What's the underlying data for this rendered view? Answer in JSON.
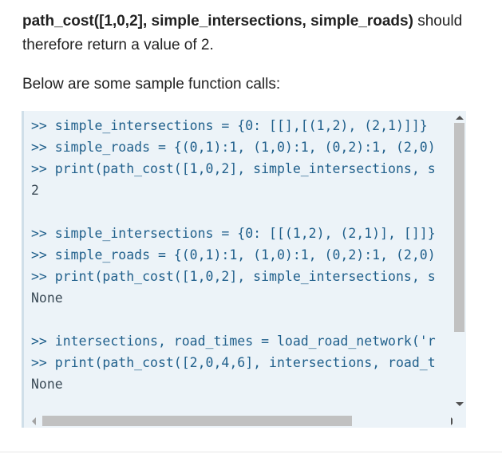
{
  "intro": {
    "call": "path_cost([1,0,2], simple_intersections, simple_roads)",
    "rest": " should therefore return a value of 2."
  },
  "samples_heading": "Below are some sample function calls:",
  "code_lines": [
    ">> simple_intersections = {0: [[],[(1,2), (2,1)]]}",
    ">> simple_roads = {(0,1):1, (1,0):1, (0,2):1, (2,0)",
    ">> print(path_cost([1,0,2], simple_intersections, s",
    "2",
    "",
    ">> simple_intersections = {0: [[(1,2), (2,1)], []]}",
    ">> simple_roads = {(0,1):1, (1,0):1, (0,2):1, (2,0)",
    ">> print(path_cost([1,0,2], simple_intersections, s",
    "None",
    "",
    ">> intersections, road_times = load_road_network('r",
    ">> print(path_cost([2,0,4,6], intersections, road_t",
    "None"
  ],
  "colors": {
    "code_background": "#ecf3f8",
    "code_text": "#1f5f8b",
    "scrollbar_thumb": "#c1c1c1"
  },
  "icons": {
    "scroll_up": "triangle-up",
    "scroll_down": "triangle-down",
    "scroll_left": "triangle-left",
    "scroll_right": "triangle-right"
  }
}
